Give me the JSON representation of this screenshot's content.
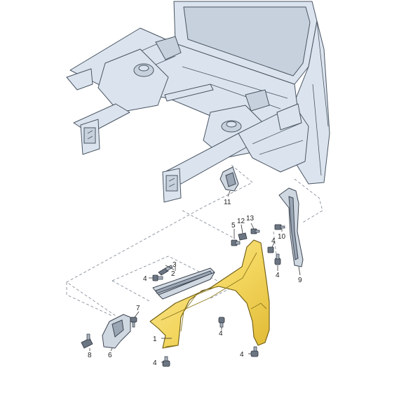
{
  "labels": {
    "p1": "1",
    "p2": "2",
    "p3": "3",
    "p4a": "4",
    "p4b": "4",
    "p4c": "4",
    "p4d": "4",
    "p4e": "4",
    "p4f": "4",
    "p5": "5",
    "p6": "6",
    "p7": "7",
    "p8": "8",
    "p9": "9",
    "p10": "10",
    "p11": "11",
    "p12": "12",
    "p13": "13"
  },
  "colors": {
    "fender_highlight": "#f7e27a",
    "fender_shadow": "#e2bf3a",
    "body_fill": "#dbe4ee",
    "outline": "#4a5563"
  }
}
